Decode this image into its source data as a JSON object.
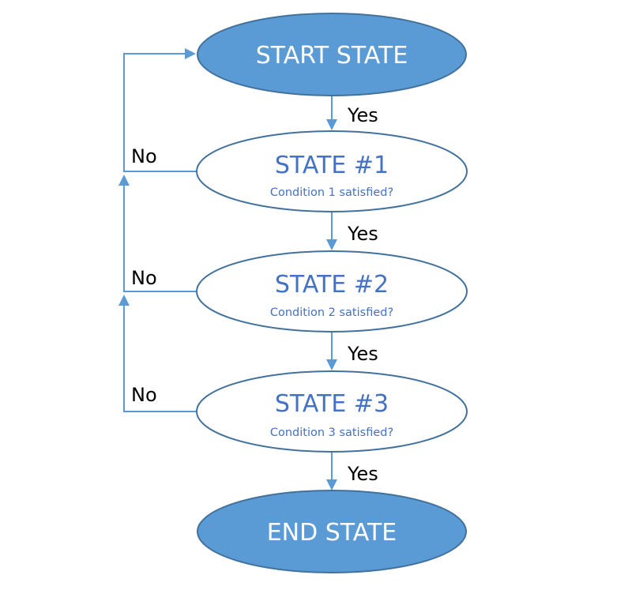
{
  "nodes": {
    "start": {
      "title": "START STATE"
    },
    "state1": {
      "title": "STATE #1",
      "condition": "Condition 1 satisfied?"
    },
    "state2": {
      "title": "STATE #2",
      "condition": "Condition 2 satisfied?"
    },
    "state3": {
      "title": "STATE #3",
      "condition": "Condition 3 satisfied?"
    },
    "end": {
      "title": "END STATE"
    }
  },
  "edges": {
    "start_to_state1": {
      "label": "Yes"
    },
    "state1_to_state2": {
      "label": "Yes"
    },
    "state2_to_state3": {
      "label": "Yes"
    },
    "state3_to_end": {
      "label": "Yes"
    },
    "state1_no": {
      "label": "No"
    },
    "state2_no": {
      "label": "No"
    },
    "state3_no": {
      "label": "No"
    }
  },
  "colors": {
    "node_fill": "#5b9bd5",
    "node_border": "#41719c",
    "node_text_blue": "#4472c4",
    "connector": "#5b9bd5"
  }
}
